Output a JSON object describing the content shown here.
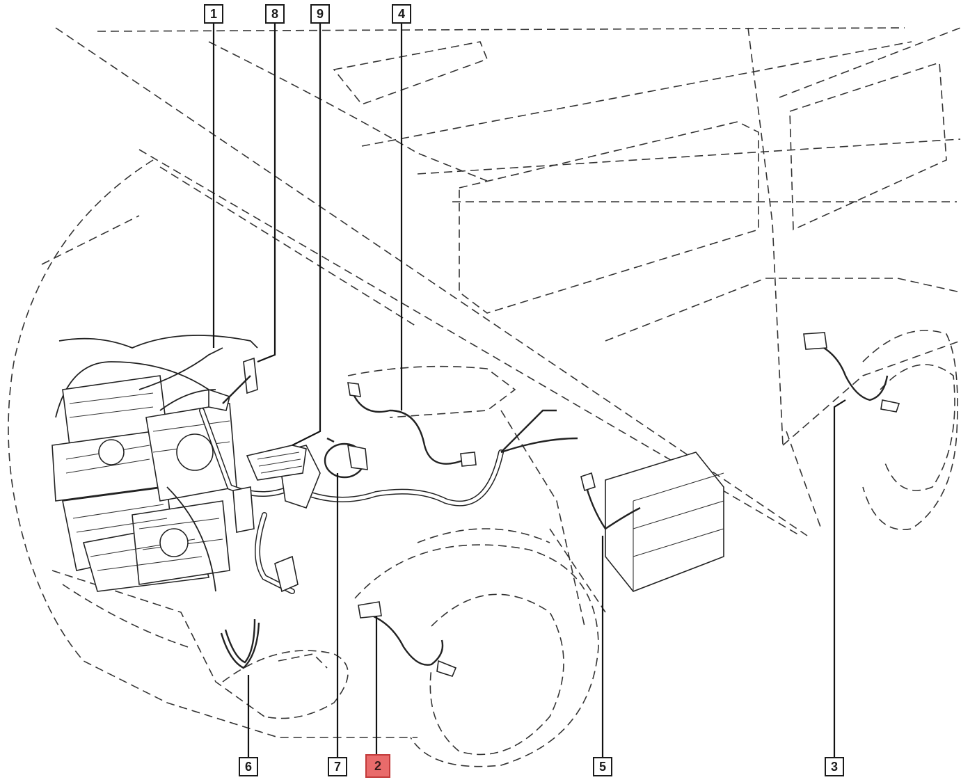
{
  "callouts": [
    {
      "id": "1",
      "label": "1",
      "highlighted": false
    },
    {
      "id": "8",
      "label": "8",
      "highlighted": false
    },
    {
      "id": "9",
      "label": "9",
      "highlighted": false
    },
    {
      "id": "4",
      "label": "4",
      "highlighted": false
    },
    {
      "id": "6",
      "label": "6",
      "highlighted": false
    },
    {
      "id": "7",
      "label": "7",
      "highlighted": false
    },
    {
      "id": "2",
      "label": "2",
      "highlighted": true
    },
    {
      "id": "5",
      "label": "5",
      "highlighted": false
    },
    {
      "id": "3",
      "label": "3",
      "highlighted": false
    }
  ],
  "colors": {
    "highlight_fill": "#e96b6b",
    "line": "#222222",
    "background": "#ffffff"
  }
}
